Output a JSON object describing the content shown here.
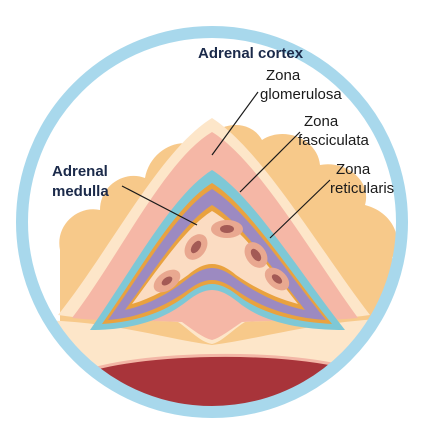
{
  "labels": {
    "adrenal_cortex": "Adrenal cortex",
    "zona_glomerulosa_1": "Zona",
    "zona_glomerulosa_2": "glomerulosa",
    "zona_fasciculata_1": "Zona",
    "zona_fasciculata_2": "fasciculata",
    "zona_reticularis_1": "Zona",
    "zona_reticularis_2": "reticularis",
    "adrenal_medulla_1": "Adrenal",
    "adrenal_medulla_2": "medulla"
  },
  "colors": {
    "frame_ring": "#a8d8ec",
    "background": "#ffffff",
    "fat": "#f7c98a",
    "capsule": "#fde6c9",
    "glomerulosa": "#f5b7a6",
    "fasciculata": "#7ec8d6",
    "reticularis": "#9c8ac1",
    "reticularis_edge": "#e9a23f",
    "medulla": "#fbdcc2",
    "medulla_cells": "#e9a890",
    "cell_nucleus": "#a35a55",
    "kidney": "#a8343a",
    "kidney_edge": "#f3b6a6"
  }
}
